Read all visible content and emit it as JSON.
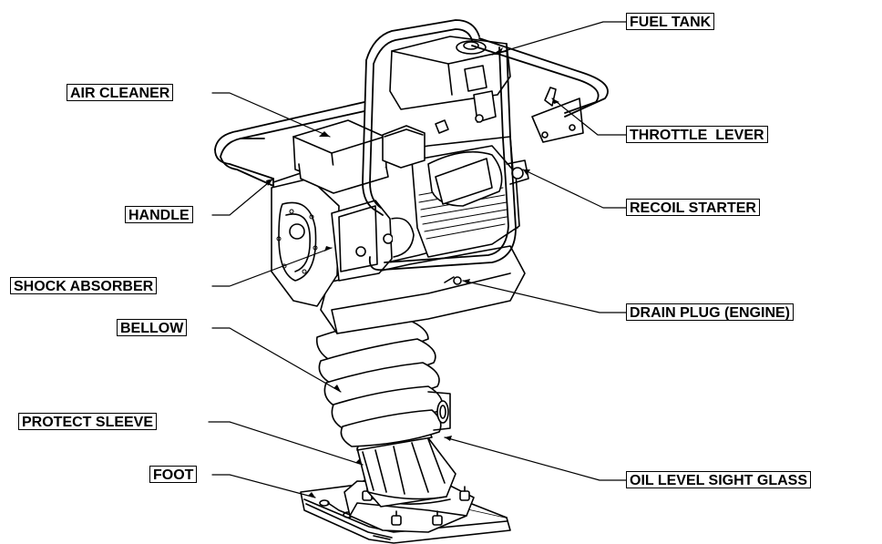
{
  "labels": {
    "fuel_tank": "FUEL TANK",
    "air_cleaner": "AIR CLEANER",
    "throttle_lever": "THROTTLE  LEVER",
    "handle": "HANDLE",
    "recoil_starter": "RECOIL STARTER",
    "shock_absorber": "SHOCK ABSORBER",
    "drain_plug": "DRAIN PLUG (ENGINE)",
    "bellow": "BELLOW",
    "protect_sleeve": "PROTECT SLEEVE",
    "foot": "FOOT",
    "oil_level_sight_glass": "OIL LEVEL SIGHT GLASS"
  },
  "colors": {
    "line": "#000000",
    "fill_light": "#ffffff",
    "fill_shade": "#d9d9d9",
    "fill_dark": "#8a8a8a"
  }
}
